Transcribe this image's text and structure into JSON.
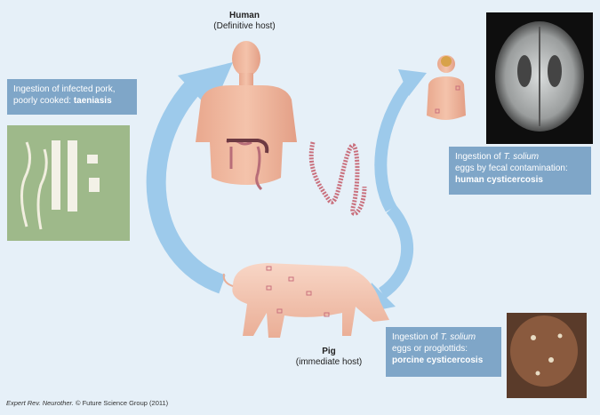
{
  "human": {
    "title": "Human",
    "subtitle": "(Definitive host)"
  },
  "pig": {
    "title": "Pig",
    "subtitle": "(immediate host)"
  },
  "boxes": {
    "taeniasis": {
      "line1": "Ingestion of infected pork,",
      "line2_plain": "poorly cooked: ",
      "line2_bold": "taeniasis"
    },
    "human_cyst": {
      "line1_plain": "Ingestion of ",
      "line1_italic": "T. solium",
      "line2": "eggs by fecal contamination:",
      "line3_bold": "human cysticercosis"
    },
    "porcine_cyst": {
      "line1_plain": "Ingestion of ",
      "line1_italic": "T. solium",
      "line2": "eggs or proglottids:",
      "line3_bold": "porcine cysticercosis"
    }
  },
  "footer": {
    "journal": "Expert Rev. Neurother.",
    "rest": " © Future Science Group (2011)"
  },
  "colors": {
    "background": "#e6f0f8",
    "arrow": "#8fc0e6",
    "box": "#7fa6c8",
    "skin": "#f2b9a0",
    "pig": "#f4c8b4",
    "worm": "#c9707d"
  }
}
